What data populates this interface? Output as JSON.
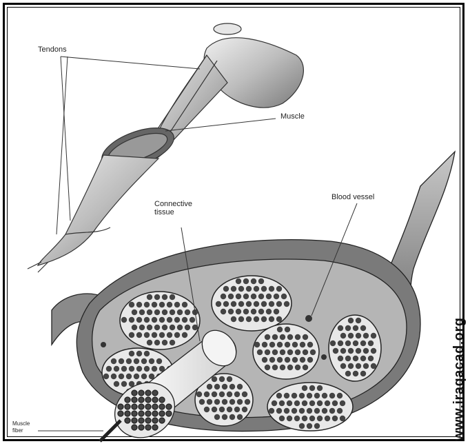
{
  "labels": {
    "tendons": "Tendons",
    "muscle": "Muscle",
    "connective_tissue": "Connective\ntissue",
    "blood_vessel": "Blood vessel",
    "muscle_fiber": "Muscle\nfiber"
  },
  "watermark": "www.iraqacad.org",
  "colors": {
    "ink": "#1a1a1a",
    "fascicle_fill": "#e8e8e8",
    "fiber_dark": "#444444",
    "sheath": "#9a9a9a"
  }
}
